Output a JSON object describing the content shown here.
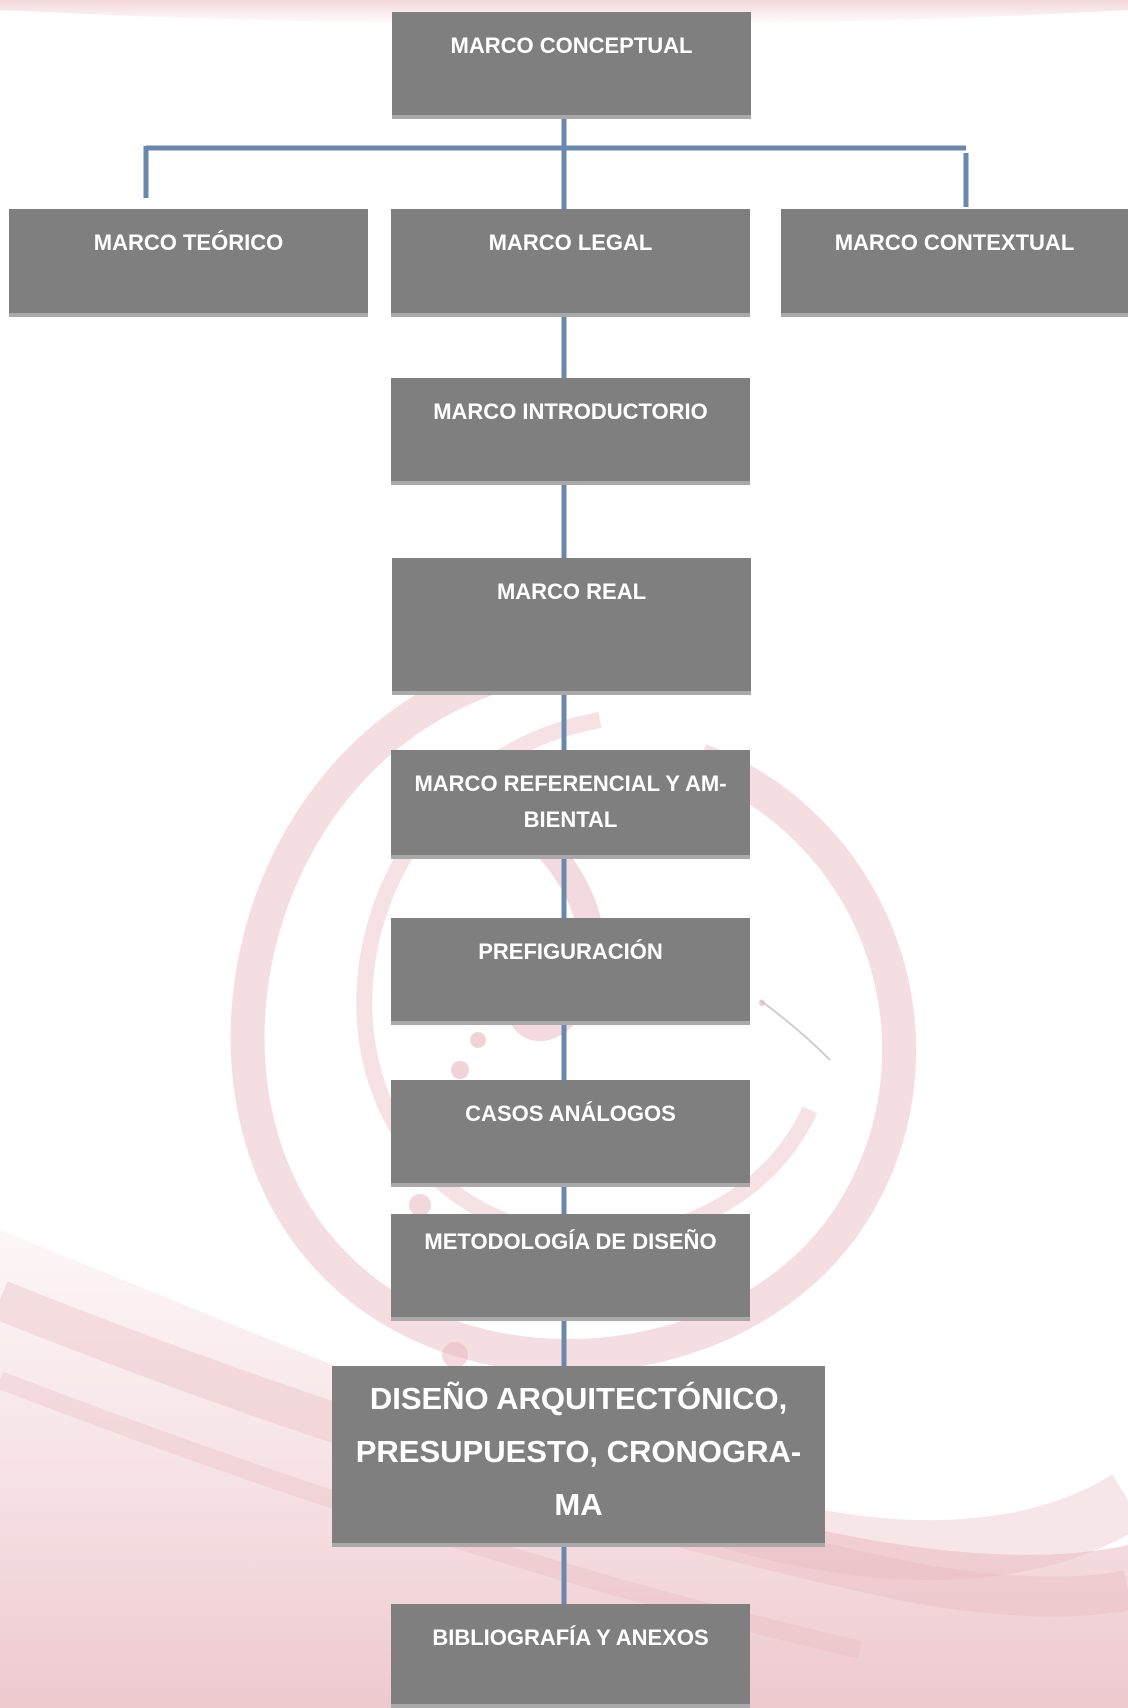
{
  "diagram": {
    "nodes": [
      {
        "id": "conceptual",
        "label": "MARCO CONCEPTUAL"
      },
      {
        "id": "teorico",
        "label": "MARCO TEÓRICO"
      },
      {
        "id": "legal",
        "label": "MARCO LEGAL"
      },
      {
        "id": "contextual",
        "label": "MARCO CONTEXTUAL"
      },
      {
        "id": "introductorio",
        "label": "MARCO  INTRODUCTORIO"
      },
      {
        "id": "real",
        "label": "MARCO REAL"
      },
      {
        "id": "referencial",
        "label": "MARCO REFERENCIAL Y AM-BIENTAL"
      },
      {
        "id": "prefiguracion",
        "label": "PREFIGURACIÓN"
      },
      {
        "id": "casos",
        "label": "CASOS ANÁLOGOS"
      },
      {
        "id": "metodologia",
        "label": "METODOLOGÍA DE DISEÑO"
      },
      {
        "id": "diseno",
        "label": "DISEÑO ARQUITECTÓNICO, PRESUPUESTO, CRONOGRA-MA"
      },
      {
        "id": "bibliografia",
        "label": "BIBLIOGRAFÍA Y ANEXOS"
      }
    ],
    "edges": [
      {
        "from": "conceptual",
        "to": "teorico"
      },
      {
        "from": "conceptual",
        "to": "legal"
      },
      {
        "from": "conceptual",
        "to": "contextual"
      },
      {
        "from": "legal",
        "to": "introductorio"
      },
      {
        "from": "introductorio",
        "to": "real"
      },
      {
        "from": "real",
        "to": "referencial"
      },
      {
        "from": "referencial",
        "to": "prefiguracion"
      },
      {
        "from": "prefiguracion",
        "to": "casos"
      },
      {
        "from": "casos",
        "to": "metodologia"
      },
      {
        "from": "metodologia",
        "to": "diseno"
      },
      {
        "from": "diseno",
        "to": "bibliografia"
      }
    ],
    "colors": {
      "box_fill": "#7f7f7f",
      "box_shadow": "#a9a9a9",
      "box_text": "#ffffff",
      "connector": "#6a88ad",
      "background_swirl": "#e8b6bd"
    }
  }
}
